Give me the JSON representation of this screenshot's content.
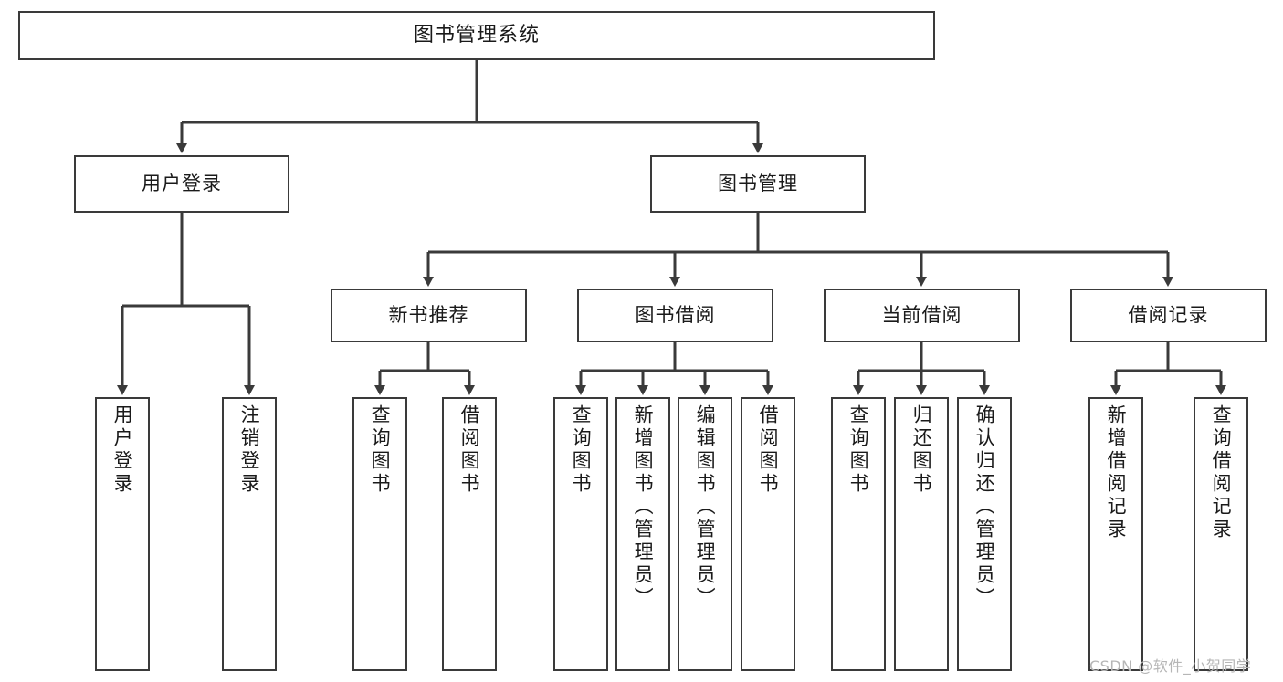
{
  "diagram": {
    "title": "图书管理系统",
    "watermark": "CSDN @软件_小贺同学",
    "colors": {
      "stroke": "#3a3a3a",
      "fill": "#ffffff",
      "text": "#1a1a1a",
      "watermark": "#b6b6b6"
    },
    "levels": {
      "root": {
        "label": "图书管理系统"
      },
      "level2": [
        {
          "label": "用户登录"
        },
        {
          "label": "图书管理"
        }
      ],
      "level3": [
        {
          "label": "新书推荐"
        },
        {
          "label": "图书借阅"
        },
        {
          "label": "当前借阅"
        },
        {
          "label": "借阅记录"
        }
      ],
      "leaves": [
        {
          "label": "用户登录",
          "parent": "用户登录"
        },
        {
          "label": "注销登录",
          "parent": "用户登录"
        },
        {
          "label": "查询图书",
          "parent": "新书推荐"
        },
        {
          "label": "借阅图书",
          "parent": "新书推荐"
        },
        {
          "label": "查询图书",
          "parent": "图书借阅"
        },
        {
          "label": "新增图书（管理员）",
          "parent": "图书借阅"
        },
        {
          "label": "编辑图书（管理员）",
          "parent": "图书借阅"
        },
        {
          "label": "借阅图书",
          "parent": "图书借阅"
        },
        {
          "label": "查询图书",
          "parent": "当前借阅"
        },
        {
          "label": "归还图书",
          "parent": "当前借阅"
        },
        {
          "label": "确认归还（管理员）",
          "parent": "当前借阅"
        },
        {
          "label": "新增借阅记录",
          "parent": "借阅记录"
        },
        {
          "label": "查询借阅记录",
          "parent": "借阅记录"
        }
      ]
    }
  }
}
